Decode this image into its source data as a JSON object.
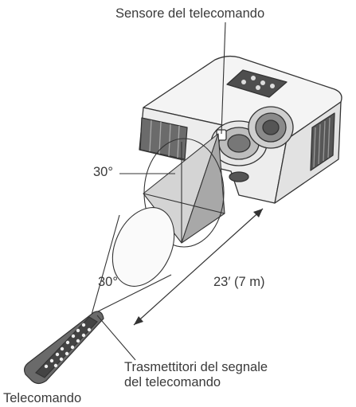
{
  "labels": {
    "sensor": "Sensore del telecomando",
    "angle_projector": "30°",
    "angle_remote": "30°",
    "distance": "23′ (7 m)",
    "transmitters_line1": "Trasmettitori del segnale",
    "transmitters_line2": "del telecomando",
    "remote": "Telecomando"
  },
  "colors": {
    "line": "#333333",
    "cone_fill": "#d4d4d4",
    "cone_dark": "#a8a8a8",
    "projector_dark": "#555555",
    "background": "#ffffff"
  },
  "icons": [
    "projector-icon",
    "remote-control-icon",
    "lens-icon"
  ]
}
